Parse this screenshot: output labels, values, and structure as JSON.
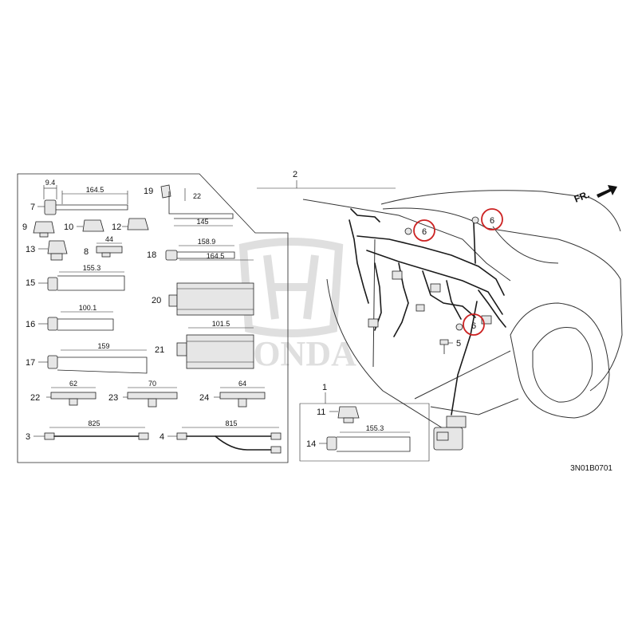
{
  "diagram_code": "3N01B0701",
  "watermark": {
    "brand": "HONDA"
  },
  "direction_marker": {
    "label": "FR."
  },
  "callouts": {
    "c1": "1",
    "c2": "2",
    "c3": "3",
    "c4": "4",
    "c5": "5",
    "c6a": "6",
    "c6b": "6",
    "c6c": "6",
    "c7": "7",
    "c8": "8",
    "c9": "9",
    "c10": "10",
    "c11": "11",
    "c12": "12",
    "c13": "13",
    "c14": "14",
    "c15": "15",
    "c16": "16",
    "c17": "17",
    "c18": "18",
    "c19": "19",
    "c20": "20",
    "c21": "21",
    "c22": "22",
    "c23": "23",
    "c24": "24"
  },
  "dimensions": {
    "d7a": "9.4",
    "d7b": "164.5",
    "d19a": "22",
    "d19b": "145",
    "d8": "44",
    "d18": "158.9",
    "d15": "155.3",
    "d20": "164.5",
    "d16": "100.1",
    "d21": "101.5",
    "d17": "159",
    "d22": "62",
    "d23": "70",
    "d24": "64",
    "d3": "825",
    "d4": "815",
    "d14": "155.3"
  },
  "highlight_color": "#cc2222"
}
